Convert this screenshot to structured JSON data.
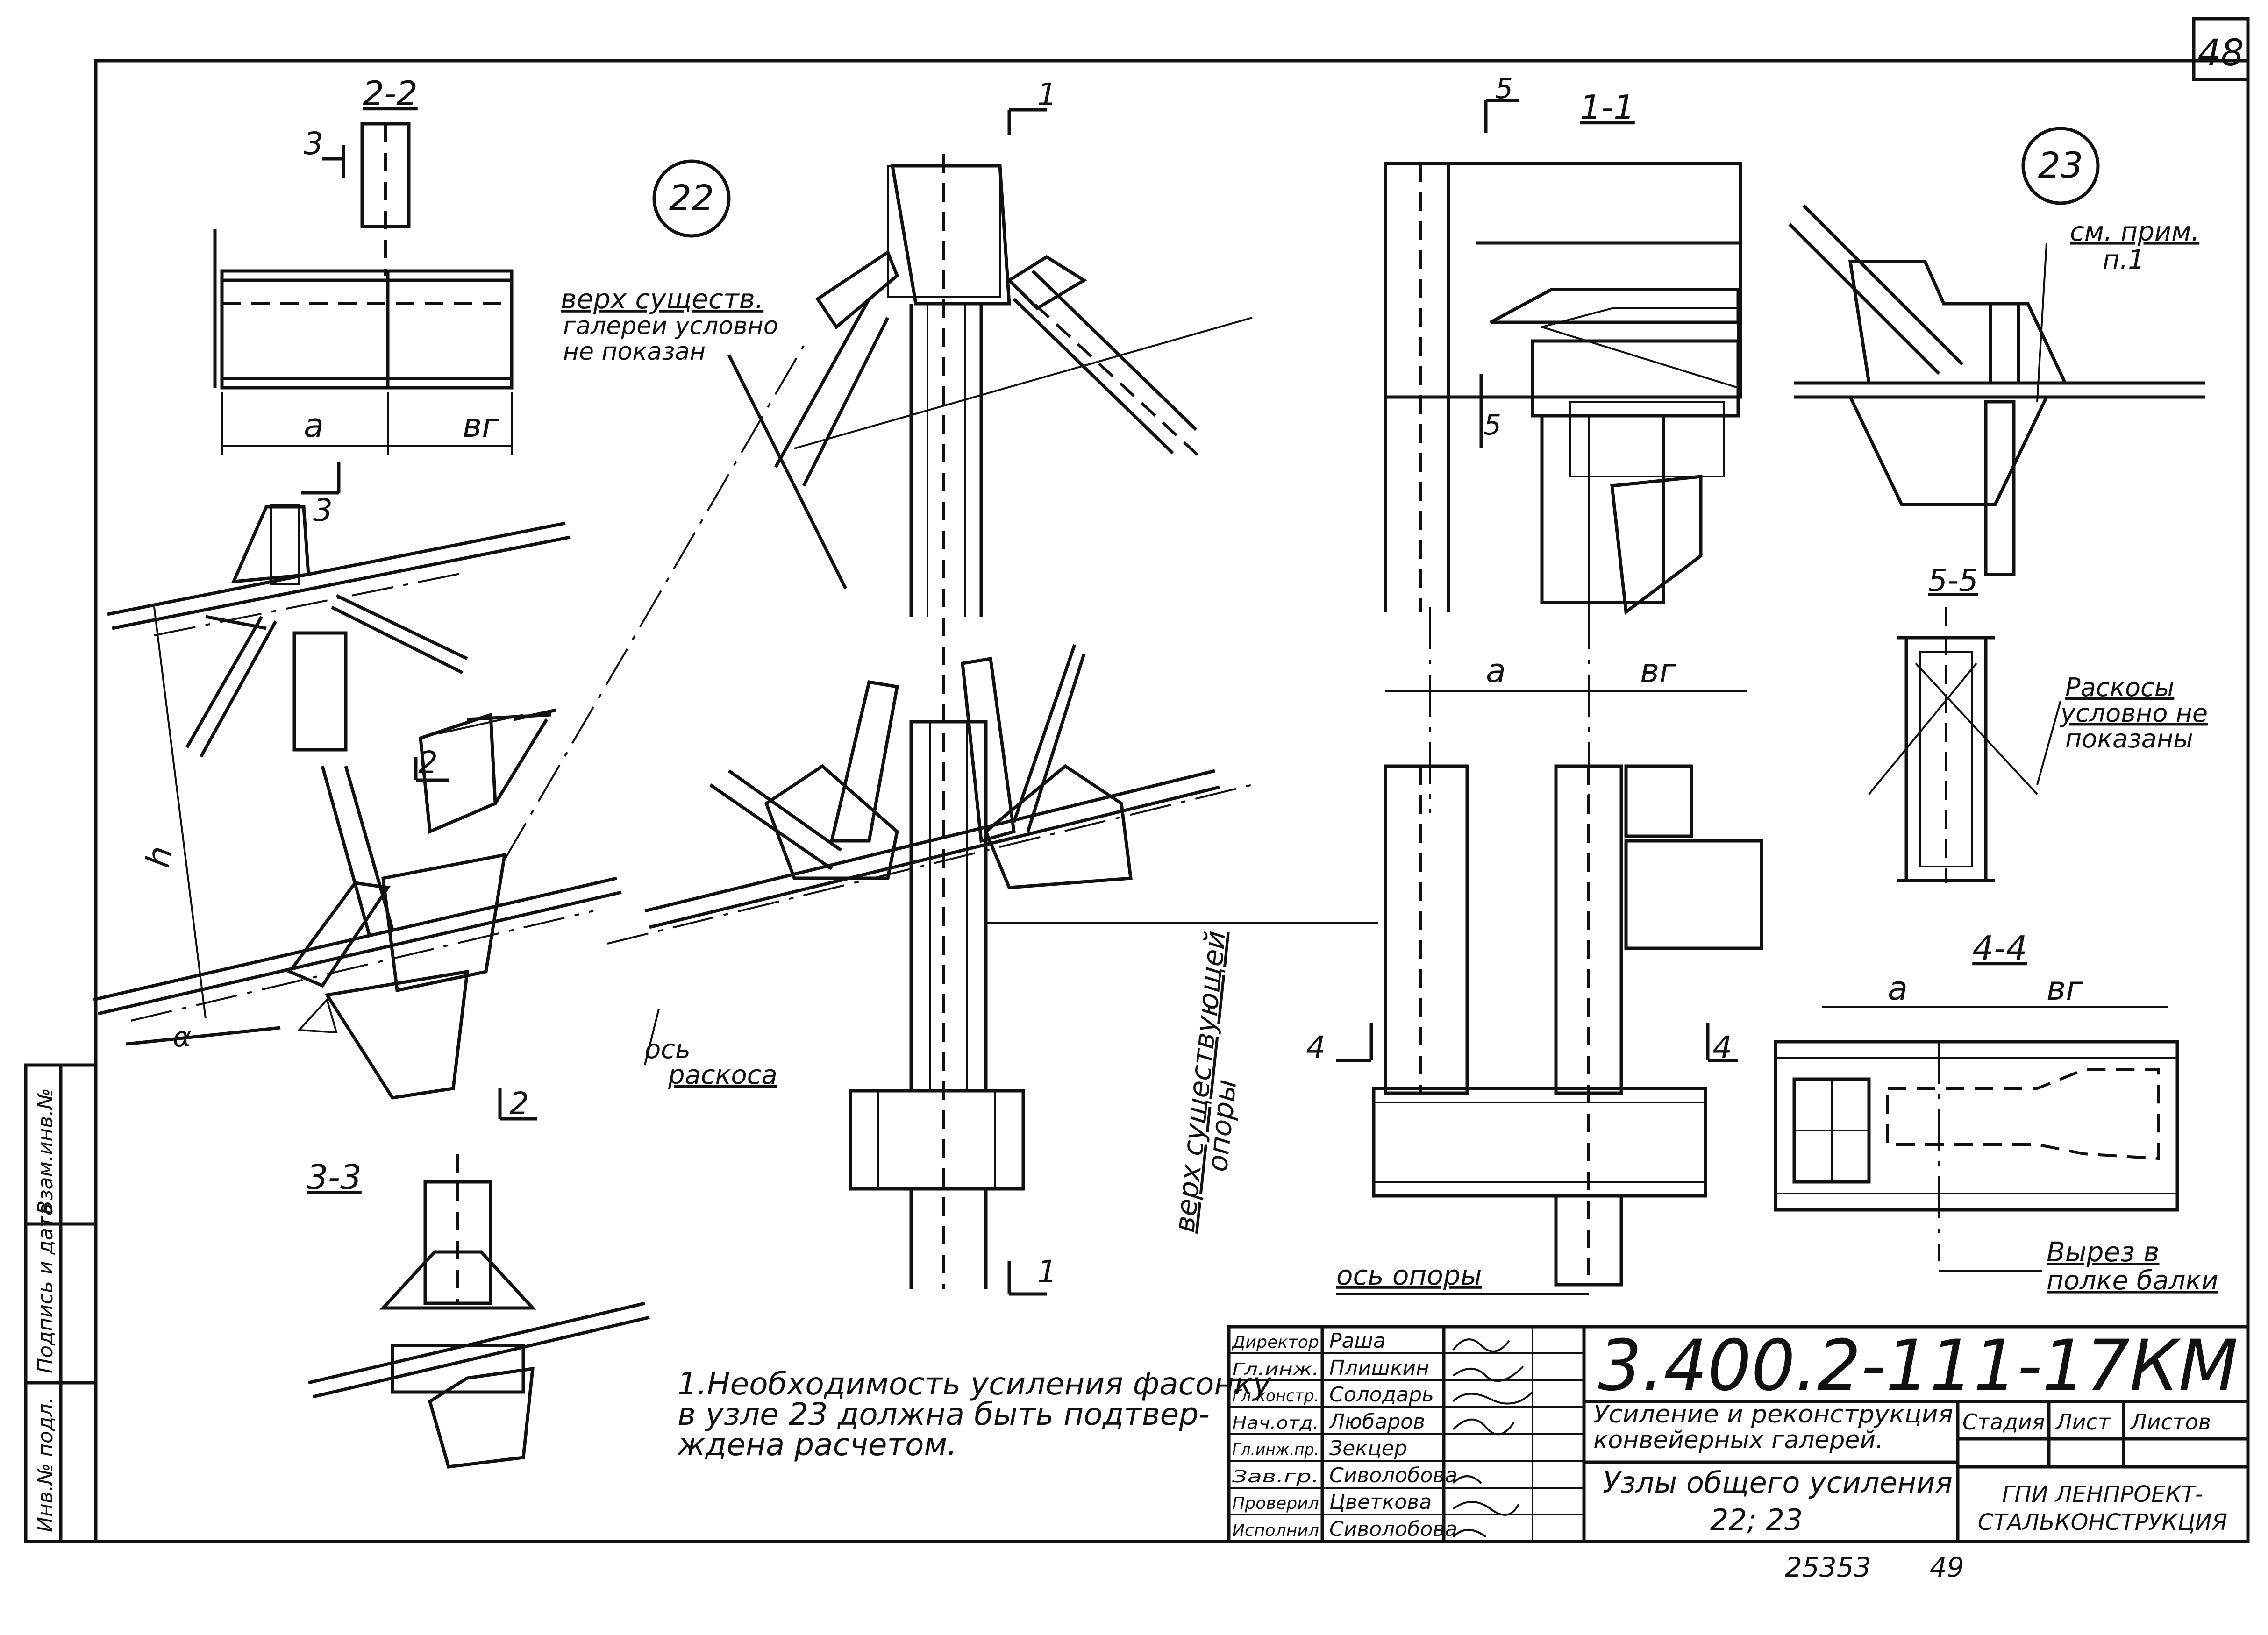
{
  "page": {
    "sheet_number": "48"
  },
  "labels": {
    "dim_a": "a",
    "dim_bg": "вг",
    "dim_h": "h",
    "angle_alpha": "α",
    "cut_1": "1",
    "cut_2": "2",
    "cut_3": "3",
    "cut_4": "4",
    "cut_5": "5"
  },
  "section_titles": {
    "s22": "2-2",
    "s11": "1-1",
    "s55": "5-5",
    "s44": "4-4",
    "s33": "3-3"
  },
  "node_labels": {
    "n22": "22",
    "n23": "23"
  },
  "annotations": {
    "gallery_top_1": "верх существ.",
    "gallery_top_2": "галереи условно",
    "gallery_top_3": "не показан",
    "brace_axis_1": "ось",
    "brace_axis_2": "раскоса",
    "support_top_1": "верх существующей",
    "support_top_2": "опоры",
    "support_axis": "ось опоры",
    "see_note_1": "см. прим.",
    "see_note_2": "п.1",
    "braces_1": "Раскосы",
    "braces_2": "условно не",
    "braces_3": "показаны",
    "cutout_1": "Вырез в",
    "cutout_2": "полке балки"
  },
  "note": {
    "line_1": "1.Необходимость усиления фасонку",
    "line_2": "в узле 23 должна быть подтвер-",
    "line_3": "ждена расчетом."
  },
  "stamp": {
    "doc_code": "3.400.2-111-17КМ",
    "project_1": "Усиление и реконструкция",
    "project_2": "конвейерных галерей.",
    "sheet_title_1": "Узлы общего усиления",
    "sheet_title_2": "22; 23",
    "col_stage": "Стадия",
    "col_sheet": "Лист",
    "col_sheets": "Листов",
    "org_1": "ГПИ ЛЕНПРОЕКТ-",
    "org_2": "СТАЛЬКОНСТРУКЦИЯ",
    "roles": [
      {
        "role": "Директор",
        "name": "Раша"
      },
      {
        "role": "Гл.инж.",
        "name": "Плишкин"
      },
      {
        "role": "Гл.констр.",
        "name": "Солодарь"
      },
      {
        "role": "Нач.отд.",
        "name": "Любаров"
      },
      {
        "role": "Гл.инж.пр.",
        "name": "Зекцер"
      },
      {
        "role": "Зав.гр.",
        "name": "Сиволобова"
      },
      {
        "role": "Проверил",
        "name": "Цветкова"
      },
      {
        "role": "Исполнил",
        "name": "Сиволобова"
      }
    ],
    "inventory": "25353",
    "copy_number": "49"
  },
  "side_strip": {
    "label_1": "Взам.инв.№",
    "label_2": "Подпись и дата",
    "label_3": "Инв.№ подл."
  }
}
